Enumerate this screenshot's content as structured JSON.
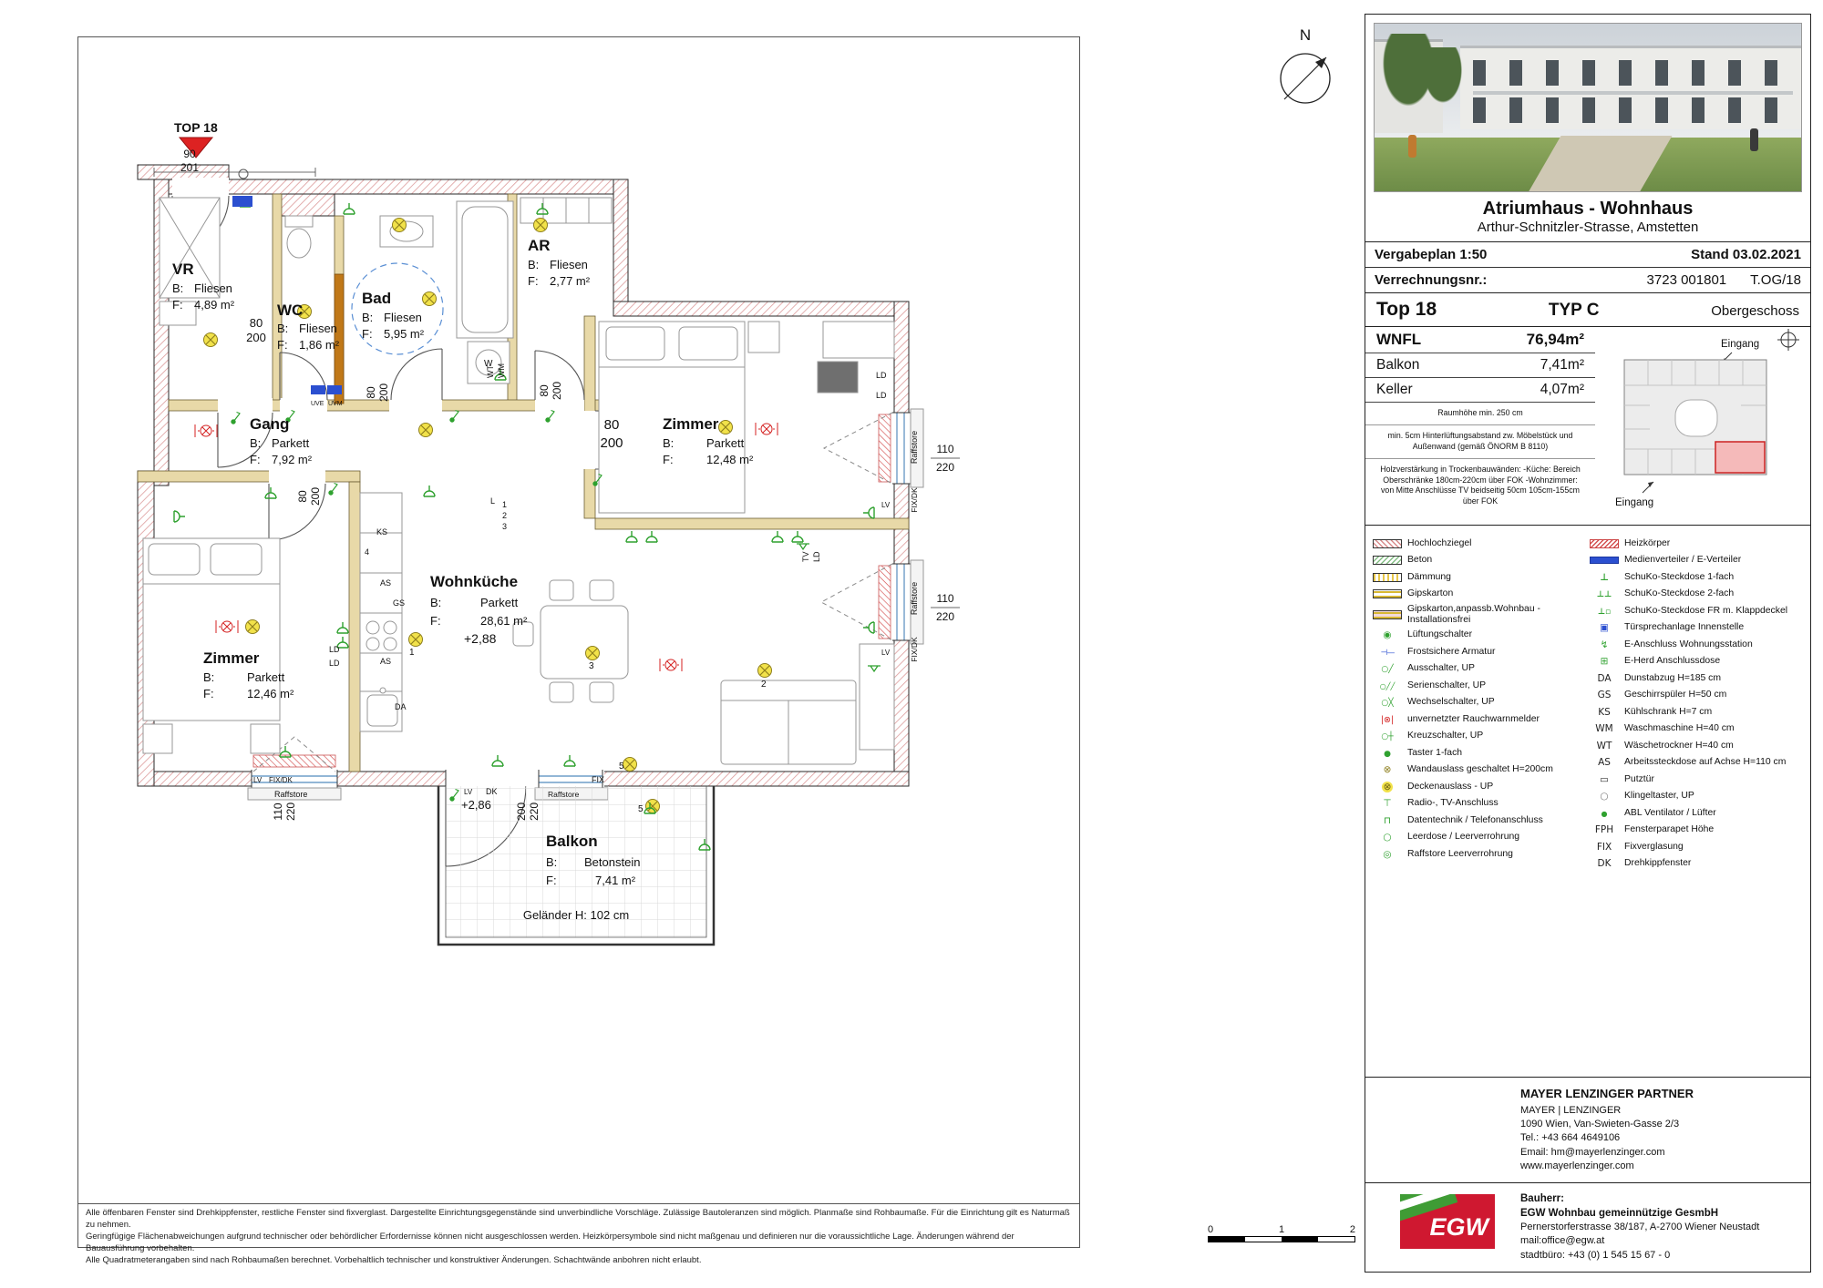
{
  "plan": {
    "top_marker": "TOP 18",
    "north": "N",
    "b_label": "B:",
    "f_label": "F:",
    "rooms": [
      {
        "name": "VR",
        "floor": "Fliesen",
        "area": "4,89 m²"
      },
      {
        "name": "WC",
        "floor": "Fliesen",
        "area": "1,86 m²"
      },
      {
        "name": "Bad",
        "floor": "Fliesen",
        "area": "5,95 m²"
      },
      {
        "name": "AR",
        "floor": "Fliesen",
        "area": "2,77 m²"
      },
      {
        "name": "Gang",
        "floor": "Parkett",
        "area": "7,92 m²"
      },
      {
        "name": "Zimmer",
        "floor": "Parkett",
        "area": "12,48 m²"
      },
      {
        "name": "Zimmer",
        "floor": "Parkett",
        "area": "12,46 m²"
      },
      {
        "name": "Wohnküche",
        "floor": "Parkett",
        "area": "28,61 m²"
      },
      {
        "name": "Balkon",
        "floor": "Betonstein",
        "area": "7,41 m²"
      }
    ],
    "levels": {
      "wohnkueche": "+2,88",
      "balkon": "+2,86"
    },
    "gelaender": "Geländer H: 102 cm",
    "dims": {
      "d90_201": {
        "a": "90",
        "b": "201"
      },
      "d80_200": {
        "a": "80",
        "b": "200"
      },
      "d110_220": {
        "a": "110",
        "b": "220"
      },
      "d200_220": {
        "a": "200",
        "b": "220"
      }
    },
    "tags": {
      "raffstore": "Raffstore",
      "fix_dk": "FIX/DK",
      "lv": "LV",
      "dk": "DK",
      "fix": "FIX",
      "ks": "KS",
      "gs": "GS",
      "da": "DA",
      "as": "AS",
      "ld": "LD",
      "uve": "UVE",
      "uvm": "UVM",
      "wt": "WT",
      "wm": "WM",
      "w": "W",
      "tv": "TV",
      "l": "L",
      "n1": "1",
      "n2": "2",
      "n3": "3",
      "n4": "4",
      "n5": "5"
    },
    "scale_bar": [
      "0",
      "1",
      "2"
    ]
  },
  "panel": {
    "title": "Atriumhaus - Wohnhaus",
    "subtitle": "Arthur-Schnitzler-Strasse, Amstetten",
    "vergabeplan": "Vergabeplan 1:50",
    "stand": "Stand 03.02.2021",
    "verrechnung_label": "Verrechnungsnr.:",
    "verrechnung_value": "3723 001801",
    "verrechnung_og": "T.OG/18",
    "top": "Top 18",
    "typ": "TYP C",
    "geschoss": "Obergeschoss",
    "areas": [
      {
        "label": "WNFL",
        "value": "76,94m²"
      },
      {
        "label": "Balkon",
        "value": "7,41m²"
      },
      {
        "label": "Keller",
        "value": "4,07m²"
      }
    ],
    "notes": [
      "Raumhöhe min. 250 cm",
      "min. 5cm Hinterlüftungsabstand zw. Möbelstück und Außenwand (gemäß ÖNORM B 8110)",
      "Holzverstärkung in Trockenbauwänden: -Küche: Bereich Oberschränke 180cm-220cm über FOK -Wohnzimmer: von Mitte Anschlüsse TV beidseitig 50cm 105cm-155cm über FOK"
    ],
    "eingang_top": "Eingang",
    "eingang_bottom": "Eingang"
  },
  "legend": {
    "left": [
      {
        "icon": "hochlochziegel",
        "label": "Hochlochziegel"
      },
      {
        "icon": "beton",
        "label": "Beton"
      },
      {
        "icon": "daemmung",
        "label": "Dämmung"
      },
      {
        "icon": "gipskarton",
        "label": "Gipskarton"
      },
      {
        "icon": "gipskarton-install",
        "label": "Gipskarton,anpassb.Wohnbau - Installationsfrei"
      },
      {
        "icon": "lueftungsschalter",
        "label": "Lüftungschalter"
      },
      {
        "icon": "frostsichere-armatur",
        "label": "Frostsichere Armatur"
      },
      {
        "icon": "ausschalter",
        "label": "Ausschalter, UP"
      },
      {
        "icon": "serienschalter",
        "label": "Serienschalter, UP"
      },
      {
        "icon": "wechselschalter",
        "label": "Wechselschalter, UP"
      },
      {
        "icon": "rauchwarnmelder",
        "label": "unvernetzter Rauchwarnmelder"
      },
      {
        "icon": "kreuzschalter",
        "label": "Kreuzschalter, UP"
      },
      {
        "icon": "taster",
        "label": "Taster 1-fach"
      },
      {
        "icon": "wandauslass",
        "label": "Wandauslass geschaltet H=200cm"
      },
      {
        "icon": "deckenauslass",
        "label": "Deckenauslass - UP"
      },
      {
        "icon": "radio-tv",
        "label": "Radio-, TV-Anschluss"
      },
      {
        "icon": "datentechnik",
        "label": "Datentechnik / Telefonanschluss"
      },
      {
        "icon": "leerdose",
        "label": "Leerdose / Leerverrohrung"
      },
      {
        "icon": "raffstore-leer",
        "label": "Raffstore Leerverrohrung"
      }
    ],
    "right": [
      {
        "icon": "heizkoerper",
        "label": "Heizkörper"
      },
      {
        "icon": "medienverteiler",
        "label": "Medienverteiler / E-Verteiler"
      },
      {
        "icon": "schuko-1",
        "label": "SchuKo-Steckdose 1-fach"
      },
      {
        "icon": "schuko-2",
        "label": "SchuKo-Steckdose 2-fach"
      },
      {
        "icon": "schuko-fr",
        "label": "SchuKo-Steckdose FR m. Klappdeckel"
      },
      {
        "icon": "tuersprechanlage",
        "label": "Türsprechanlage Innenstelle"
      },
      {
        "icon": "e-anschluss-wohnung",
        "label": "E-Anschluss Wohnungsstation"
      },
      {
        "icon": "e-herd",
        "label": "E-Herd Anschlussdose"
      },
      {
        "abbr": "DA",
        "label": "Dunstabzug H=185 cm"
      },
      {
        "abbr": "GS",
        "label": "Geschirrspüler H=50 cm"
      },
      {
        "abbr": "KS",
        "label": "Kühlschrank H=7 cm"
      },
      {
        "abbr": "WM",
        "label": "Waschmaschine H=40 cm"
      },
      {
        "abbr": "WT",
        "label": "Wäschetrockner H=40 cm"
      },
      {
        "abbr": "AS",
        "label": "Arbeitssteckdose auf Achse H=110 cm"
      },
      {
        "icon": "putztuer",
        "label": "Putztür"
      },
      {
        "icon": "klingeltaster",
        "label": "Klingeltaster, UP"
      },
      {
        "icon": "abl-ventilator",
        "label": "ABL Ventilator / Lüfter"
      },
      {
        "abbr": "FPH",
        "label": "Fensterparapet Höhe"
      },
      {
        "abbr": "FIX",
        "label": "Fixverglasung"
      },
      {
        "abbr": "DK",
        "label": "Drehkippfenster"
      }
    ]
  },
  "planner": {
    "name": "MAYER LENZINGER  PARTNER",
    "lines": [
      "MAYER | LENZINGER",
      "1090 Wien, Van-Swieten-Gasse 2/3",
      "Tel.: +43 664 4649106",
      "Email: hm@mayerlenzinger.com",
      "www.mayerlenzinger.com"
    ]
  },
  "bauherr": {
    "label": "Bauherr:",
    "logo": "EGW",
    "name": "EGW Wohnbau gemeinnützige GesmbH",
    "lines": [
      "Pernerstorferstrasse 38/187, A-2700 Wiener Neustadt",
      "mail:office@egw.at",
      "stadtbüro: +43 (0) 1 545 15 67 - 0"
    ]
  },
  "disclaimer": [
    "Alle öffenbaren Fenster sind Drehkippfenster, restliche Fenster sind fixverglast. Dargestellte Einrichtungsgegenstände sind unverbindliche Vorschläge. Zulässige Bautoleranzen sind möglich. Planmaße sind Rohbaumaße. Für die Einrichtung gilt es Naturmaß zu nehmen.",
    "Geringfügige Flächenabweichungen aufgrund technischer oder behördlicher Erfordernisse können nicht ausgeschlossen werden. Heizkörpersymbole sind nicht maßgenau und definieren nur die voraussichtliche Lage. Änderungen während der Bauausführung vorbehalten.",
    "Alle Quadratmeterangaben sind nach Rohbaumaßen berechnet. Vorbehaltlich technischer und konstruktiver Änderungen. Schachtwände anbohren nicht erlaubt."
  ]
}
